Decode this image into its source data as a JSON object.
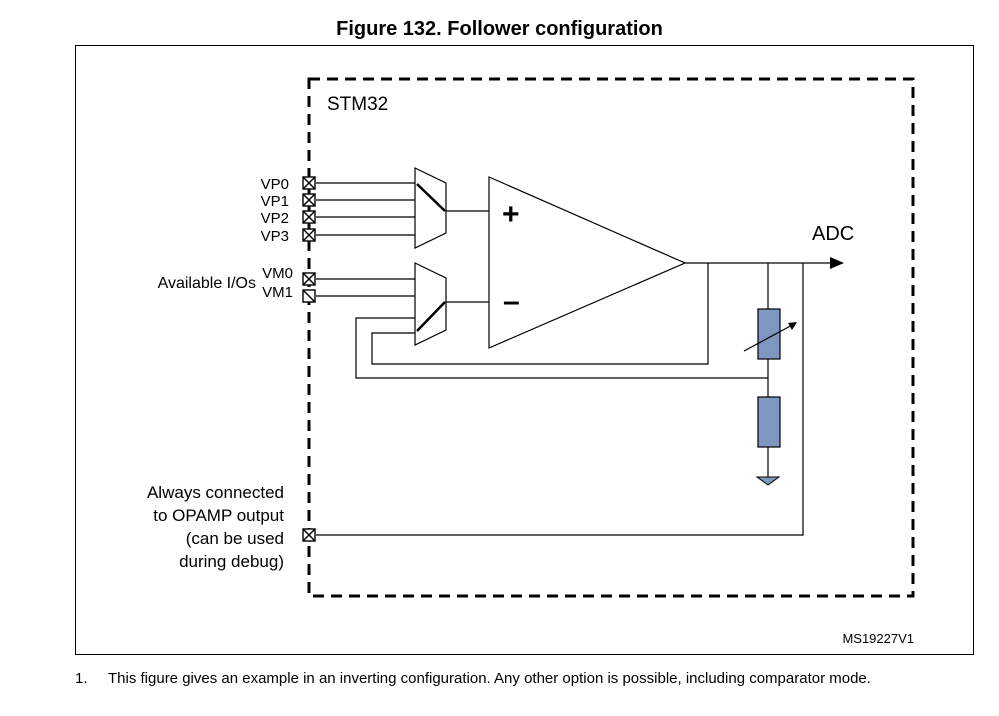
{
  "figure": {
    "title": "Figure 132. Follower configuration",
    "chip_label": "STM32",
    "positive_sign": "+",
    "negative_sign": "–",
    "output_label": "ADC",
    "vp_pins": [
      "VP0",
      "VP1",
      "VP2",
      "VP3"
    ],
    "vm_pins": [
      "VM0",
      "VM1"
    ],
    "available_ios_label": "Available I/Os",
    "opamp_output_lines": [
      "Always connected",
      "to OPAMP output",
      "(can be used",
      "during debug)"
    ],
    "reference_code": "MS19227V1",
    "colors": {
      "resistor_fill": "#7f96c0",
      "line": "#000000"
    }
  },
  "notes": [
    {
      "number": "1.",
      "text": "This figure gives an example in an inverting configuration. Any other option is possible, including comparator mode."
    }
  ]
}
